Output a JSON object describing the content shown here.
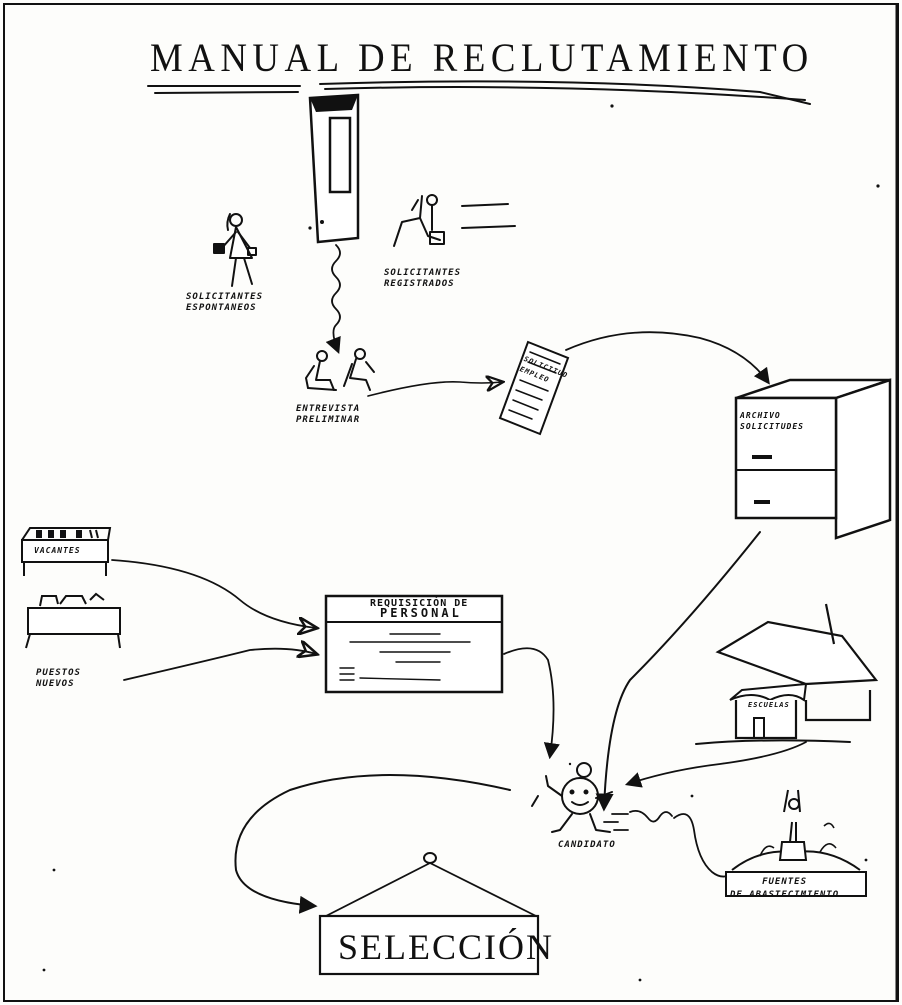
{
  "title": "MANUAL DE RECLUTAMIENTO",
  "labels": {
    "solicitantes_espontaneos": "SOLICITANTES\nESPONTANEOS",
    "solicitantes_registrados": "SOLICITANTES\nREGISTRADOS",
    "entrevista_preliminar": "ENTREVISTA\nPRELIMINAR",
    "solicitud_empleo": "SOLICITUD\nEMPLEO",
    "archivo_solicitudes": "ARCHIVO\nSOLICITUDES",
    "vacantes": "VACANTES",
    "puestos_nuevos": "PUESTOS\nNUEVOS",
    "requisicion_line1": "REQUISICIÓN DE",
    "requisicion_line2": "PERSONAL",
    "escuelas": "ESCUELAS",
    "candidato": "CANDIDATO",
    "fuentes_abastecimiento": "FUENTES\nDE ABASTECIMIENTO",
    "seleccion": "SELECCIÓN"
  },
  "colors": {
    "ink": "#111111",
    "paper": "#fdfdfb"
  },
  "icons": [
    "door-icon",
    "walking-woman-icon",
    "seated-applicant-icon",
    "interview-figures-icon",
    "application-form-icon",
    "file-cabinet-icon",
    "desk-icon",
    "school-house-icon",
    "running-candidate-icon",
    "fountain-icon",
    "hanging-sign-icon"
  ]
}
